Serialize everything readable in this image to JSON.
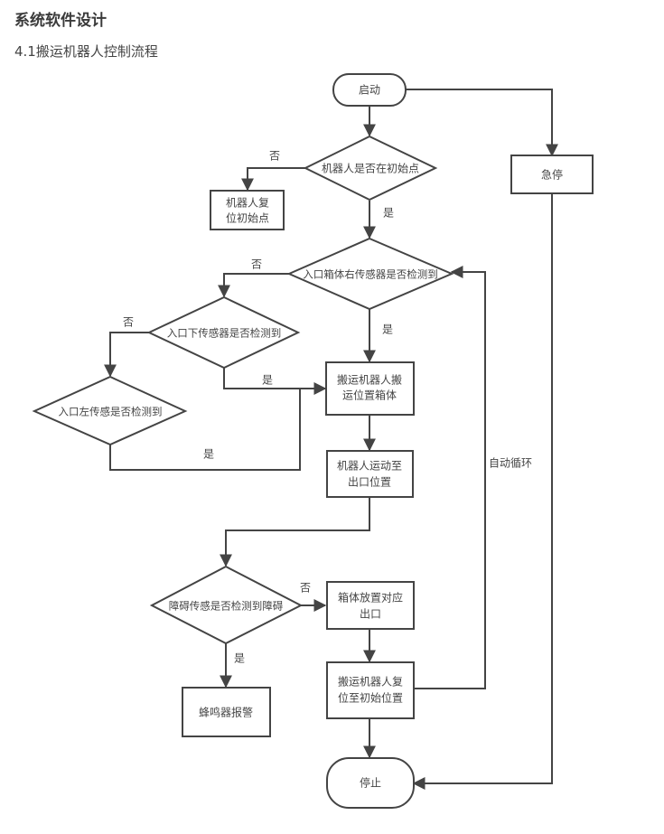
{
  "document": {
    "section_title": "系统软件设计",
    "subsection_title": "4.1搬运机器人控制流程"
  },
  "flowchart": {
    "nodes": {
      "start": "启动",
      "emergency_stop": "急停",
      "check_origin": "机器人是否在初始点",
      "reset_origin": [
        "机器人复",
        "位初始点"
      ],
      "check_right_sensor": "入口箱体右传感器是否检测到",
      "check_lower_sensor": "入口下传感器是否检测到",
      "check_left_sensor": "入口左传感是否检测到",
      "carry_box": [
        "搬运机器人搬",
        "运位置箱体"
      ],
      "move_to_exit": [
        "机器人运动至",
        "出口位置"
      ],
      "check_obstacle": "障碍传感是否检测到障碍",
      "place_box": [
        "箱体放置对应",
        "出口"
      ],
      "buzzer_alarm": "蜂鸣器报警",
      "reset_position": [
        "搬运机器人复",
        "位至初始位置"
      ],
      "stop": "停止"
    },
    "edge_labels": {
      "origin_no": "否",
      "origin_yes": "是",
      "right_no": "否",
      "right_yes": "是",
      "lower_no": "否",
      "lower_yes": "是",
      "left_yes": "是",
      "obstacle_no": "否",
      "obstacle_yes": "是",
      "auto_loop": "自动循环"
    }
  }
}
